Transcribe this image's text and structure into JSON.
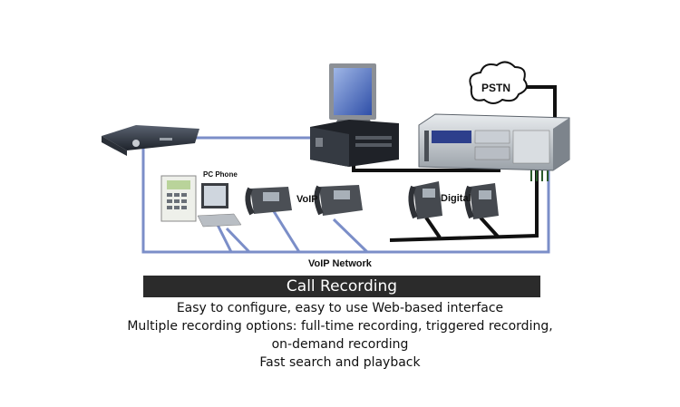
{
  "diagram": {
    "labels": {
      "pstn": "PSTN",
      "pc_phone": "PC Phone",
      "voip": "VoIP",
      "digital": "Digital",
      "voip_network": "VoIP Network"
    }
  },
  "caption": {
    "title": "Call Recording",
    "lines": [
      "Easy to configure, easy to use Web-based interface",
      "Multiple recording options: full-time recording, triggered recording,",
      "on-demand recording",
      "Fast search and playback"
    ]
  },
  "colors": {
    "network_line": "#7b8ec8",
    "black_line": "#111111",
    "title_bar": "#2b2b2b"
  }
}
